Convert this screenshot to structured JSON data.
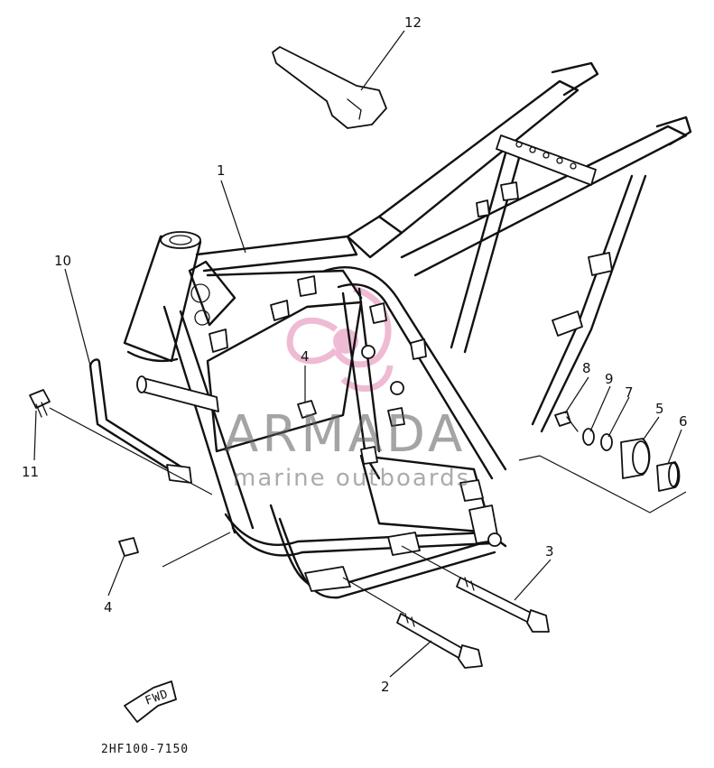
{
  "diagram": {
    "callouts": [
      "1",
      "2",
      "3",
      "4",
      "4",
      "5",
      "6",
      "7",
      "8",
      "9",
      "10",
      "11",
      "12"
    ],
    "fwd_label": "FWD",
    "diagram_code": "2HF100-7150"
  },
  "watermark": {
    "brand": "ARMADA",
    "tagline": "marine outboards",
    "accent_color": "#e58fb8"
  }
}
